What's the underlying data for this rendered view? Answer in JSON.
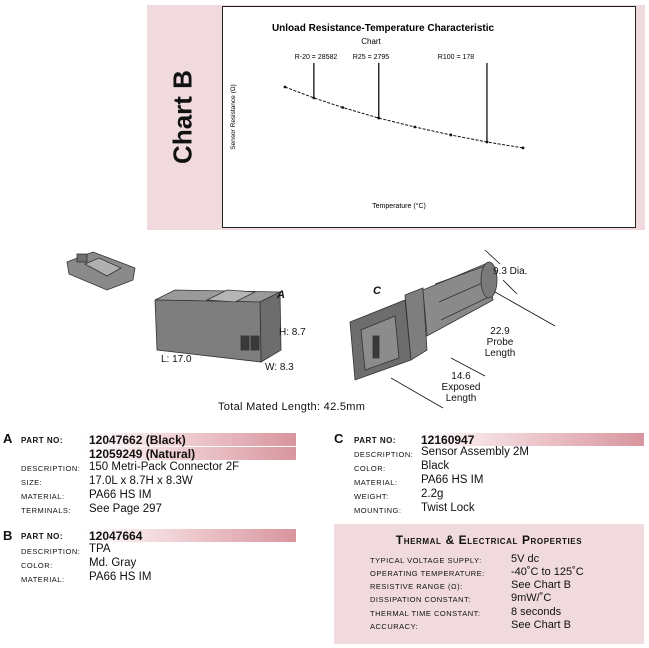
{
  "chart": {
    "side_title": "Chart B",
    "title": "Unload Resistance-Temperature Characteristic",
    "subtitle": "Chart",
    "xlabel": "Temperature (°C)",
    "ylabel": "Sensor Resistance (Ω)",
    "annotations": [
      "R-20 = 28582",
      "R25 = 2795",
      "R100 = 178"
    ]
  },
  "chart_data": {
    "type": "line",
    "title": "Unload Resistance-Temperature Characteristic",
    "subtitle": "Chart",
    "xlabel": "Temperature (°C)",
    "ylabel": "Sensor Resistance (Ω)",
    "ylog": true,
    "xlim": [
      -40,
      125
    ],
    "ylim": [
      10,
      1000000
    ],
    "grid": false,
    "series": [
      {
        "x": [
          -40,
          -20,
          0,
          25,
          50,
          75,
          100,
          125
        ],
        "y": [
          100000,
          28582,
          9400,
          2795,
          1000,
          400,
          178,
          90
        ]
      }
    ],
    "annotations": [
      {
        "label": "R-20 = 28582",
        "x": -20,
        "y": 28582
      },
      {
        "label": "R25 = 2795",
        "x": 25,
        "y": 2795
      },
      {
        "label": "R100 = 178",
        "x": 100,
        "y": 178
      }
    ]
  },
  "drawing": {
    "callout_a": "A",
    "callout_c": "C",
    "h": "H: 8.7",
    "w": "W: 8.3",
    "l": "L: 17.0",
    "dia": "9.3 Dia.",
    "probe_val": "22.9",
    "probe_1": "Probe",
    "probe_2": "Length",
    "exposed_val": "14.6",
    "exposed_1": "Exposed",
    "exposed_2": "Length",
    "total": "Total Mated Length: 42.5mm"
  },
  "part_a": {
    "letter": "A",
    "part_no_label": "Part No:",
    "part_no_1": "12047662 (Black)",
    "part_no_2": "12059249 (Natural)",
    "rows": [
      {
        "label": "Description:",
        "value": "150 Metri-Pack Connector 2F"
      },
      {
        "label": "Size:",
        "value": "17.0L x 8.7H x 8.3W"
      },
      {
        "label": "Material:",
        "value": "PA66 HS IM"
      },
      {
        "label": "Terminals:",
        "value": "See Page 297"
      }
    ]
  },
  "part_b": {
    "letter": "B",
    "part_no_label": "Part No:",
    "part_no_1": "12047664",
    "rows": [
      {
        "label": "Description:",
        "value": "TPA"
      },
      {
        "label": "Color:",
        "value": "Md. Gray"
      },
      {
        "label": "Material:",
        "value": "PA66 HS IM"
      }
    ]
  },
  "part_c": {
    "letter": "C",
    "part_no_label": "Part No:",
    "part_no_1": "12160947",
    "rows": [
      {
        "label": "Description:",
        "value": "Sensor Assembly 2M"
      },
      {
        "label": "Color:",
        "value": "Black"
      },
      {
        "label": "Material:",
        "value": "PA66 HS IM"
      },
      {
        "label": "Weight:",
        "value": "2.2g"
      },
      {
        "label": "Mounting:",
        "value": "Twist Lock"
      }
    ]
  },
  "properties": {
    "title": "Thermal & Electrical Properties",
    "rows": [
      {
        "label": "Typical Voltage Supply:",
        "value": "5V dc"
      },
      {
        "label": "Operating Temperature:",
        "value": "-40˚C to 125˚C"
      },
      {
        "label": "Resistive Range (Ω):",
        "value": "See Chart B"
      },
      {
        "label": "Dissipation Constant:",
        "value": "9mW/˚C"
      },
      {
        "label": "Thermal Time Constant:",
        "value": "8 seconds"
      },
      {
        "label": "Accuracy:",
        "value": "See Chart B"
      }
    ]
  },
  "colors": {
    "pink": "#f0dadd",
    "accent": "#d8959e",
    "ink": "#111111"
  }
}
